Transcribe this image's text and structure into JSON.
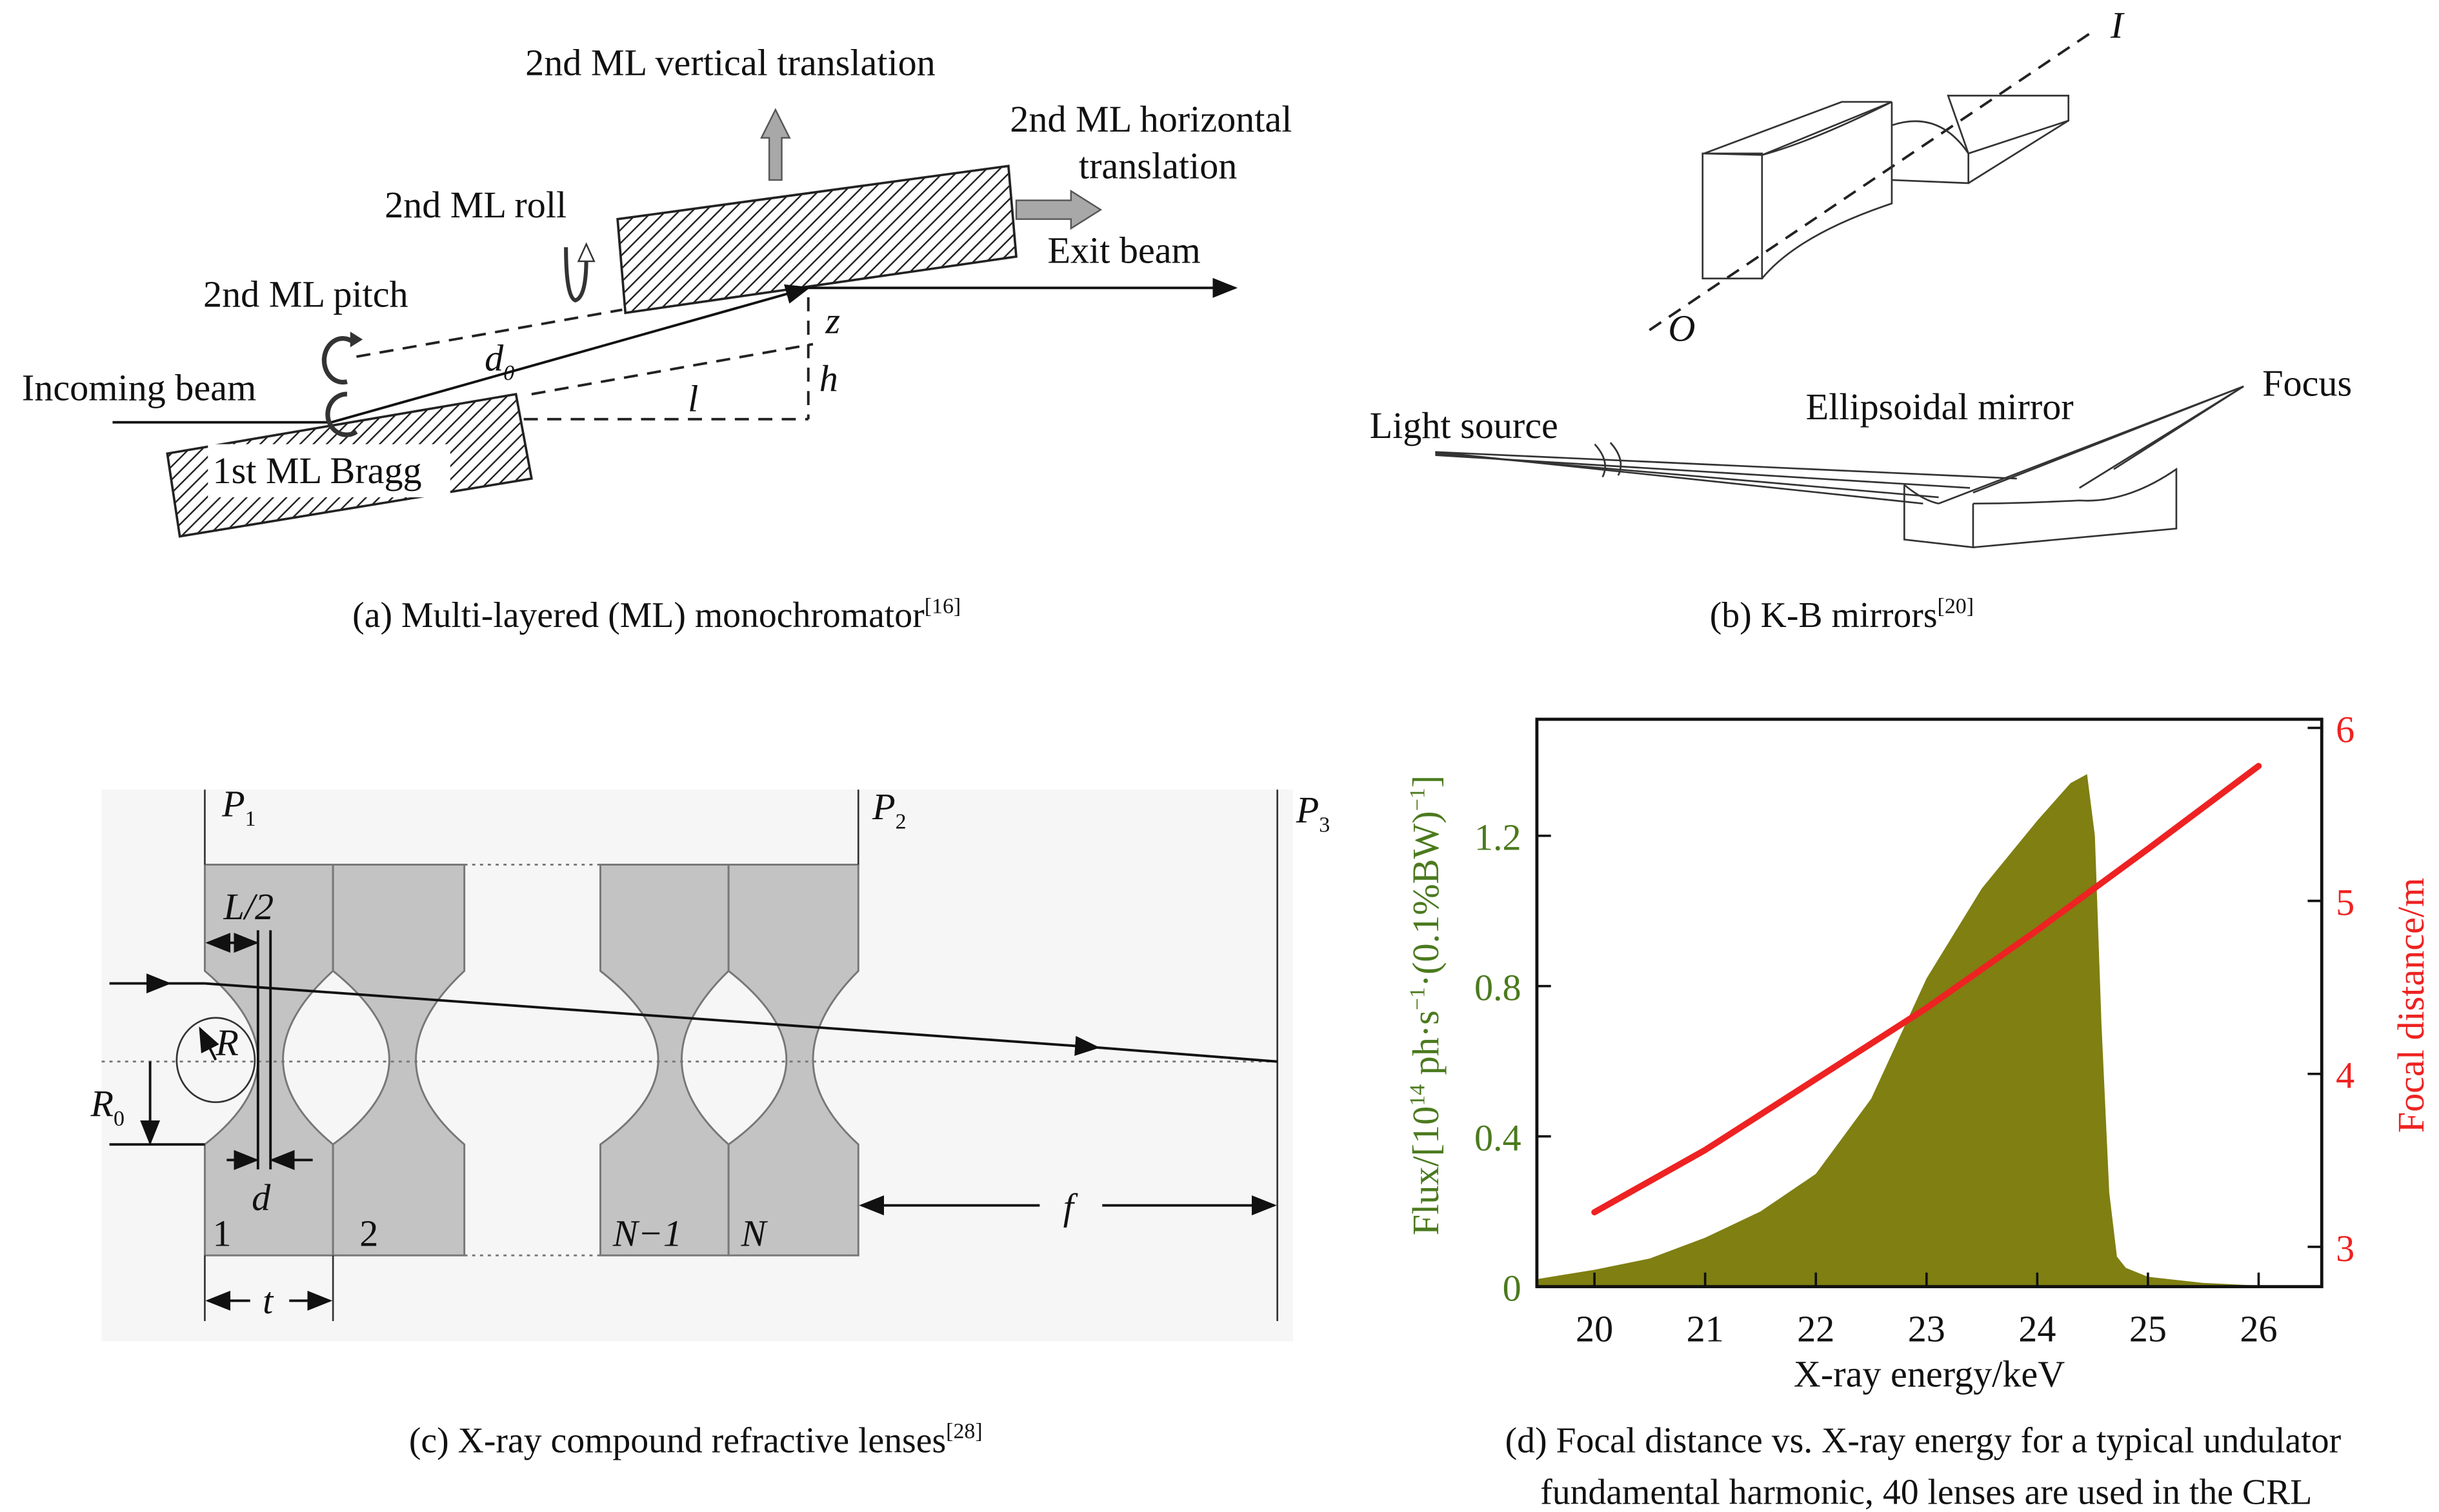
{
  "panel_a": {
    "labels": {
      "vertical_translation": "2nd ML vertical translation",
      "horizontal_translation_1": "2nd ML horizontal",
      "horizontal_translation_2": "translation",
      "roll": "2nd ML roll",
      "exit_beam": "Exit beam",
      "pitch": "2nd ML pitch",
      "incoming_beam": "Incoming beam",
      "bragg": "1st ML Bragg",
      "d0": "d",
      "d0_sub": "0",
      "z": "z",
      "h": "h",
      "l": "l"
    },
    "caption": "(a) Multi-layered (ML) monochromator",
    "caption_ref": "[16]"
  },
  "panel_b": {
    "labels": {
      "I": "I",
      "O": "O",
      "light_source": "Light source",
      "ellipsoidal_mirror": "Ellipsoidal mirror",
      "focus": "Focus"
    },
    "caption": "(b) K-B mirrors",
    "caption_ref": "[20]"
  },
  "panel_c": {
    "labels": {
      "P": "P",
      "p1": "1",
      "p2": "2",
      "p3": "3",
      "L2": "L/2",
      "R": "R",
      "R0": "R",
      "R0_sub": "0",
      "d": "d",
      "t": "t",
      "f": "f",
      "lens_1": "1",
      "lens_2": "2",
      "lens_n1": "N−1",
      "lens_n": "N"
    },
    "caption": "(c) X-ray compound refractive lenses",
    "caption_ref": "[28]"
  },
  "panel_d": {
    "caption_line1": "(d) Focal distance vs. X-ray energy for a typical undulator",
    "caption_line2": "fundamental harmonic, 40 lenses are used in the CRL"
  },
  "chart_data": {
    "type": "area+line (dual y-axis)",
    "xlabel": "X-ray energy/keV",
    "ylabel_left_parts": [
      "Flux/[10",
      "14",
      " ph·s",
      "−1",
      "·(0.1%BW)",
      "−1",
      "]"
    ],
    "ylabel_right": "Focal distance/m",
    "xlim": [
      19.48,
      26.57
    ],
    "ylim_left": [
      0,
      1.51
    ],
    "ylim_right": [
      2.77,
      6.05
    ],
    "x_ticks": [
      "20",
      "21",
      "22",
      "23",
      "24",
      "25",
      "26"
    ],
    "y_left_ticks": [
      "0",
      "0.4",
      "0.8",
      "1.2"
    ],
    "y_right_ticks": [
      "3",
      "4",
      "5",
      "6"
    ],
    "grid": false,
    "colors": {
      "flux": "#7f7f12",
      "focal": "#ee2222",
      "left_axis": "#4b7a1e",
      "right_axis": "#ee2222"
    },
    "series": [
      {
        "axis": "left",
        "kind": "area",
        "x": [
          19.48,
          20,
          20.5,
          21,
          21.5,
          22,
          22.5,
          23,
          23.5,
          24,
          24.3,
          24.45,
          24.52,
          24.58,
          24.65,
          24.72,
          24.8,
          25,
          25.5,
          26,
          26.5
        ],
        "y": [
          0.02,
          0.045,
          0.075,
          0.13,
          0.2,
          0.3,
          0.5,
          0.82,
          1.06,
          1.24,
          1.34,
          1.364,
          1.2,
          0.7,
          0.25,
          0.08,
          0.05,
          0.026,
          0.01,
          0.003,
          0.0
        ]
      },
      {
        "axis": "right",
        "kind": "line",
        "x": [
          20,
          21,
          22,
          23,
          24,
          25,
          26
        ],
        "y": [
          3.2,
          3.56,
          3.97,
          4.38,
          4.83,
          5.3,
          5.78
        ]
      }
    ]
  }
}
